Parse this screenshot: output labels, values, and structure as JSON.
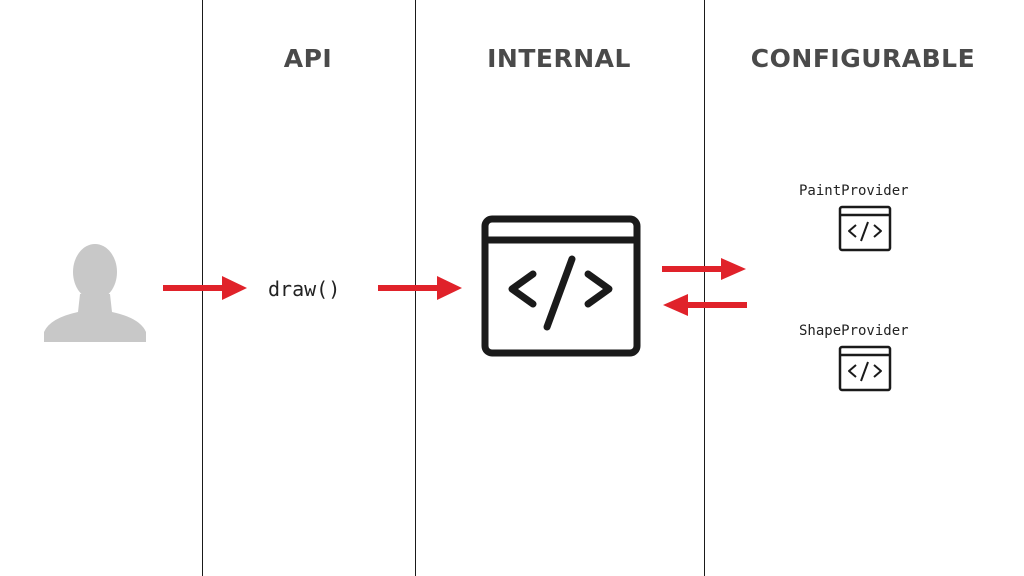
{
  "columns": {
    "api": "API",
    "internal": "INTERNAL",
    "configurable": "CONFIGURABLE"
  },
  "call": "draw()",
  "providers": [
    {
      "label": "PaintProvider",
      "icon": "code-window-icon"
    },
    {
      "label": "ShapeProvider",
      "icon": "code-window-icon"
    }
  ],
  "colors": {
    "arrow": "#e0222a",
    "heading": "#4a4a4a",
    "user": "#c8c8c8",
    "icon": "#1a1a1a"
  }
}
